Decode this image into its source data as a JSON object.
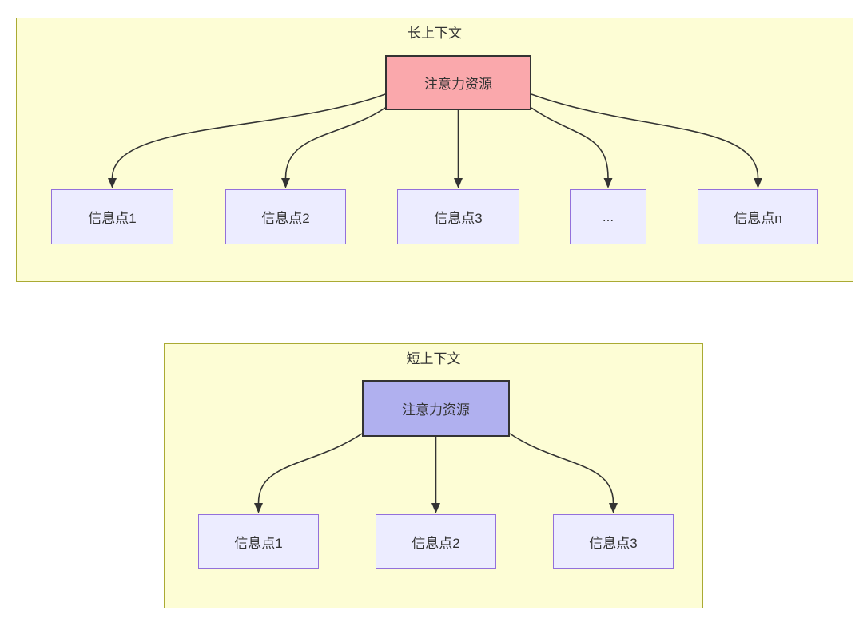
{
  "long_context": {
    "title": "长上下文",
    "hub": {
      "label": "注意力资源"
    },
    "nodes": [
      {
        "label": "信息点1"
      },
      {
        "label": "信息点2"
      },
      {
        "label": "信息点3"
      },
      {
        "label": "..."
      },
      {
        "label": "信息点n"
      }
    ]
  },
  "short_context": {
    "title": "短上下文",
    "hub": {
      "label": "注意力资源"
    },
    "nodes": [
      {
        "label": "信息点1"
      },
      {
        "label": "信息点2"
      },
      {
        "label": "信息点3"
      }
    ]
  },
  "style": {
    "page_background": "#ffffff",
    "container_fill": "#fdfdd5",
    "container_stroke": "#aaaa33",
    "node_fill": "#ececff",
    "node_stroke": "#9370db",
    "long_hub_fill": "#faa8ac",
    "short_hub_fill": "#b0b0ef",
    "hub_stroke": "#333333",
    "arrow_color": "#333333",
    "text_color": "#333333"
  }
}
